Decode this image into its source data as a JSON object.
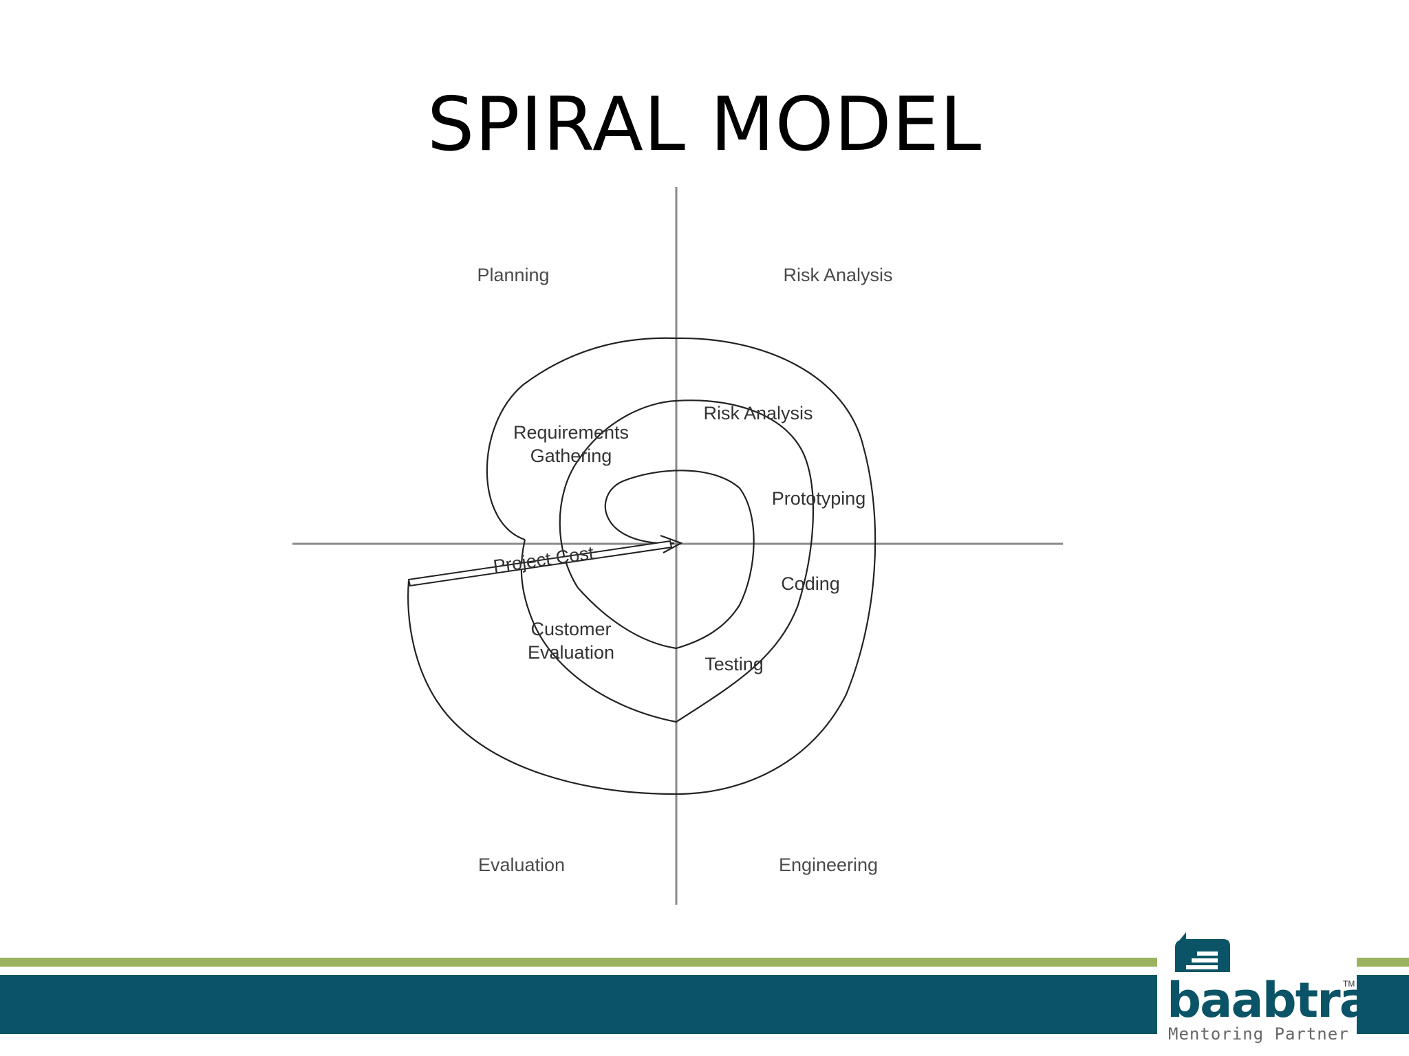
{
  "slide": {
    "title": "SPIRAL MODEL"
  },
  "diagram": {
    "quadrants": {
      "top_left": "Planning",
      "top_right": "Risk Analysis",
      "bottom_left": "Evaluation",
      "bottom_right": "Engineering"
    },
    "spiral_labels": {
      "requirements_line1": "Requirements",
      "requirements_line2": "Gathering",
      "risk_analysis": "Risk Analysis",
      "prototyping": "Prototyping",
      "coding": "Coding",
      "testing": "Testing",
      "customer_line1": "Customer",
      "customer_line2": "Evaluation",
      "project_cost": "Project Cost"
    }
  },
  "logo": {
    "word": "baabtra",
    "tagline": "Mentoring Partner",
    "tm": "TM"
  },
  "colors": {
    "footer_teal": "#0b5366",
    "footer_green": "#9bb35f"
  }
}
